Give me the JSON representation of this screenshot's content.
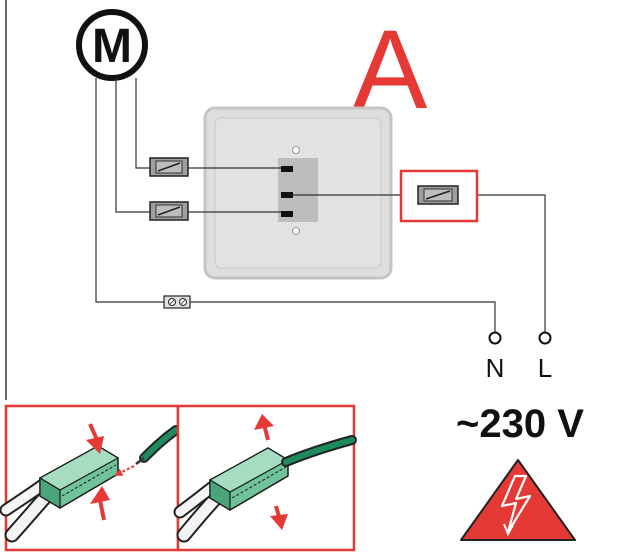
{
  "diagram": {
    "motor_label": "M",
    "variant_label": "A",
    "terminal_n": "N",
    "terminal_l": "L",
    "voltage": "~230 V"
  },
  "colors": {
    "accent_red": "#e53935",
    "connector_green": "#6fc29a",
    "wire_green": "#1f8a5c",
    "box_gray": "#dcdcdc"
  }
}
